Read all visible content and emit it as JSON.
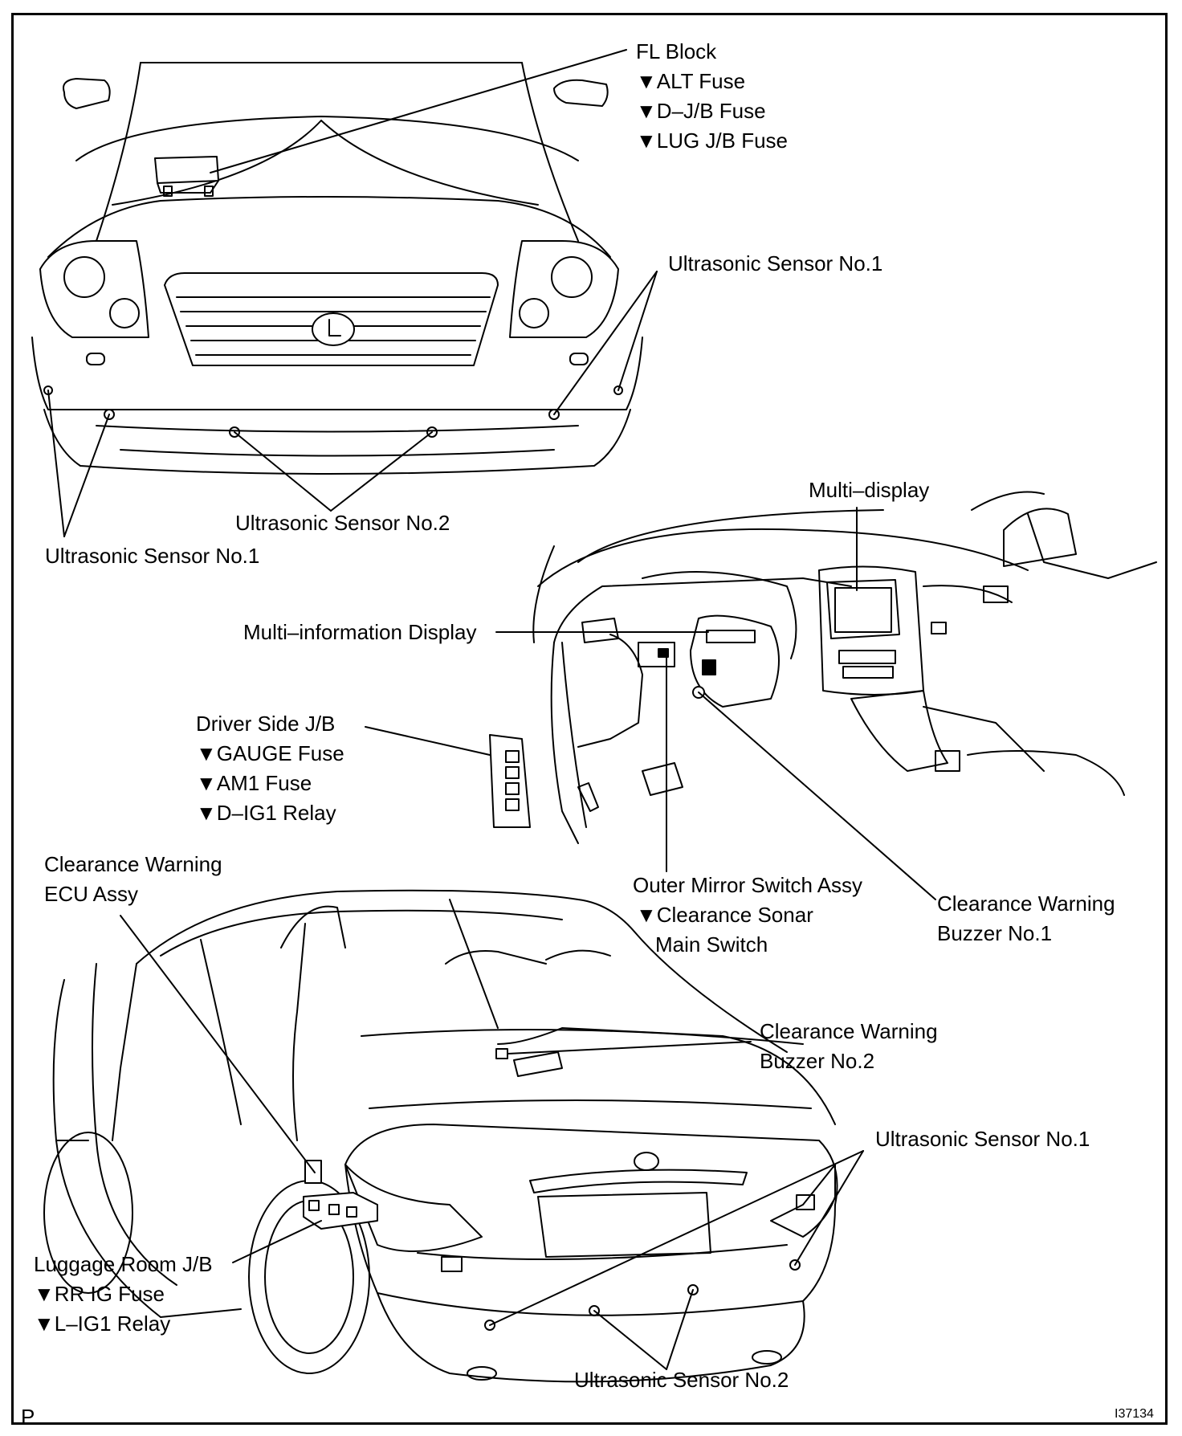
{
  "labels": {
    "fl_block": [
      "FL Block",
      "▼ALT Fuse",
      "▼D–J/B Fuse",
      "▼LUG J/B Fuse"
    ],
    "us1_front_right": "Ultrasonic Sensor No.1",
    "us2_front": "Ultrasonic Sensor No.2",
    "us1_front_left": "Ultrasonic Sensor No.1",
    "multi_display": "Multi–display",
    "multi_info_display": "Multi–information Display",
    "driver_side_jb": [
      "Driver Side J/B",
      "▼GAUGE Fuse",
      "▼AM1 Fuse",
      "▼D–IG1 Relay"
    ],
    "clearance_ecu": [
      "Clearance Warning",
      "ECU Assy"
    ],
    "outer_mirror": [
      "Outer Mirror Switch Assy",
      "▼Clearance Sonar",
      "Main Switch"
    ],
    "buzzer1": [
      "Clearance Warning",
      "Buzzer No.1"
    ],
    "buzzer2": [
      "Clearance Warning",
      "Buzzer No.2"
    ],
    "us1_rear": "Ultrasonic Sensor No.1",
    "luggage_jb": [
      "Luggage Room J/B",
      "▼RR IG Fuse",
      "▼L–IG1 Relay"
    ],
    "us2_rear": "Ultrasonic Sensor No.2",
    "corner_left": "P",
    "corner_right": "I37134"
  }
}
